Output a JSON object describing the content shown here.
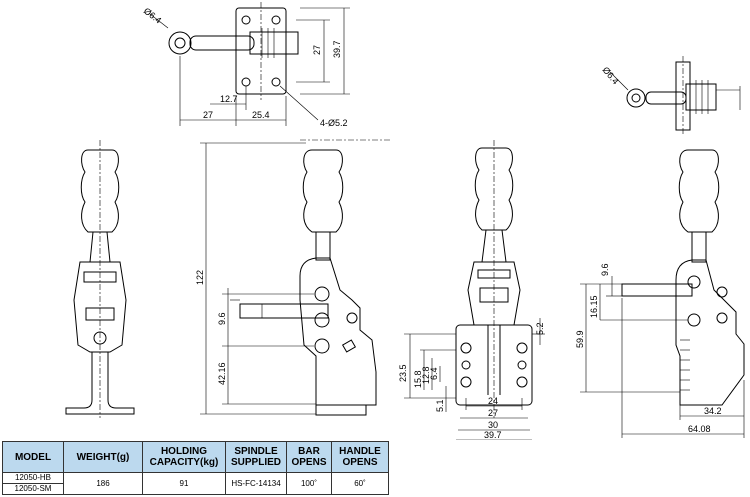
{
  "table": {
    "headers": [
      "MODEL",
      "WEIGHT(g)",
      "HOLDING CAPACITY(kg)",
      "SPINDLE SUPPLIED",
      "BAR OPENS",
      "HANDLE OPENS"
    ],
    "models": [
      "12050-HB",
      "12050-SM"
    ],
    "weight": "186",
    "holding_capacity": "91",
    "spindle": "HS-FC-14134",
    "bar_opens": "100˚",
    "handle_opens": "60˚"
  },
  "dims": {
    "top": {
      "d1": "Ø6.4",
      "d2": "27",
      "d3": "39.7",
      "d4": "12.7",
      "d5": "27",
      "d6": "25.4",
      "holes": "4-Ø5.2"
    },
    "mid": {
      "h": "122",
      "a": "9.6",
      "b": "42.16"
    },
    "front": {
      "a": "5.2",
      "b": "23.5",
      "c": "15.8",
      "d": "12.8",
      "e": "6.4",
      "f": "5.1",
      "w1": "24",
      "w2": "27",
      "w3": "30",
      "w4": "39.7"
    },
    "right": {
      "d": "Ø6.4",
      "a": "9.6",
      "b": "16.15",
      "c": "59.9",
      "d1": "34.2",
      "d2": "64.08"
    }
  }
}
